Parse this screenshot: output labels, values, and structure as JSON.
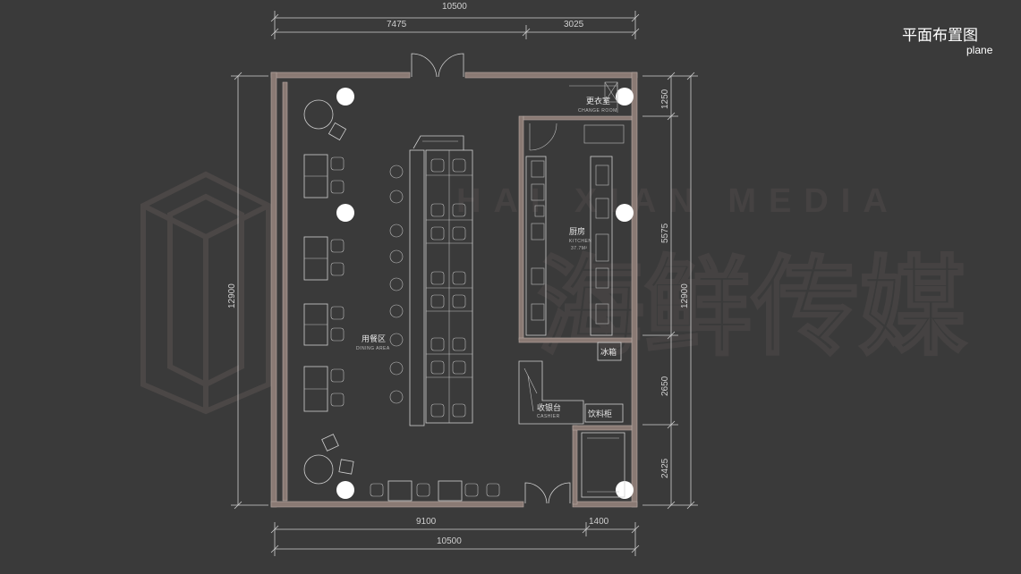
{
  "title": {
    "cn": "平面布置图",
    "en": "plane"
  },
  "dimensions": {
    "top_total": "10500",
    "top_left": "7475",
    "top_right": "3025",
    "bottom_left": "9100",
    "bottom_right": "1400",
    "bottom_total": "10500",
    "left_total": "12900",
    "right_total": "12900",
    "right_segments": [
      "1250",
      "5575",
      "2650",
      "2425"
    ]
  },
  "rooms": {
    "change": {
      "cn": "更衣室",
      "en": "CHANGE ROOM"
    },
    "kitchen": {
      "cn": "厨房",
      "en": "KITCHEN",
      "area": "37.7M²"
    },
    "dining": {
      "cn": "用餐区",
      "en": "DINING AREA"
    },
    "cashier": {
      "cn": "收银台",
      "en": "CASHIER"
    },
    "drink": {
      "cn": "饮料柜"
    },
    "ice": {
      "cn": "冰箱"
    }
  },
  "watermark": {
    "en": "HAI XIAN MEDIA",
    "cn": "海鲜传媒"
  },
  "colors": {
    "background": "#3a3a3a",
    "wall": "#8a7a74",
    "line": "#cfcfcf"
  }
}
